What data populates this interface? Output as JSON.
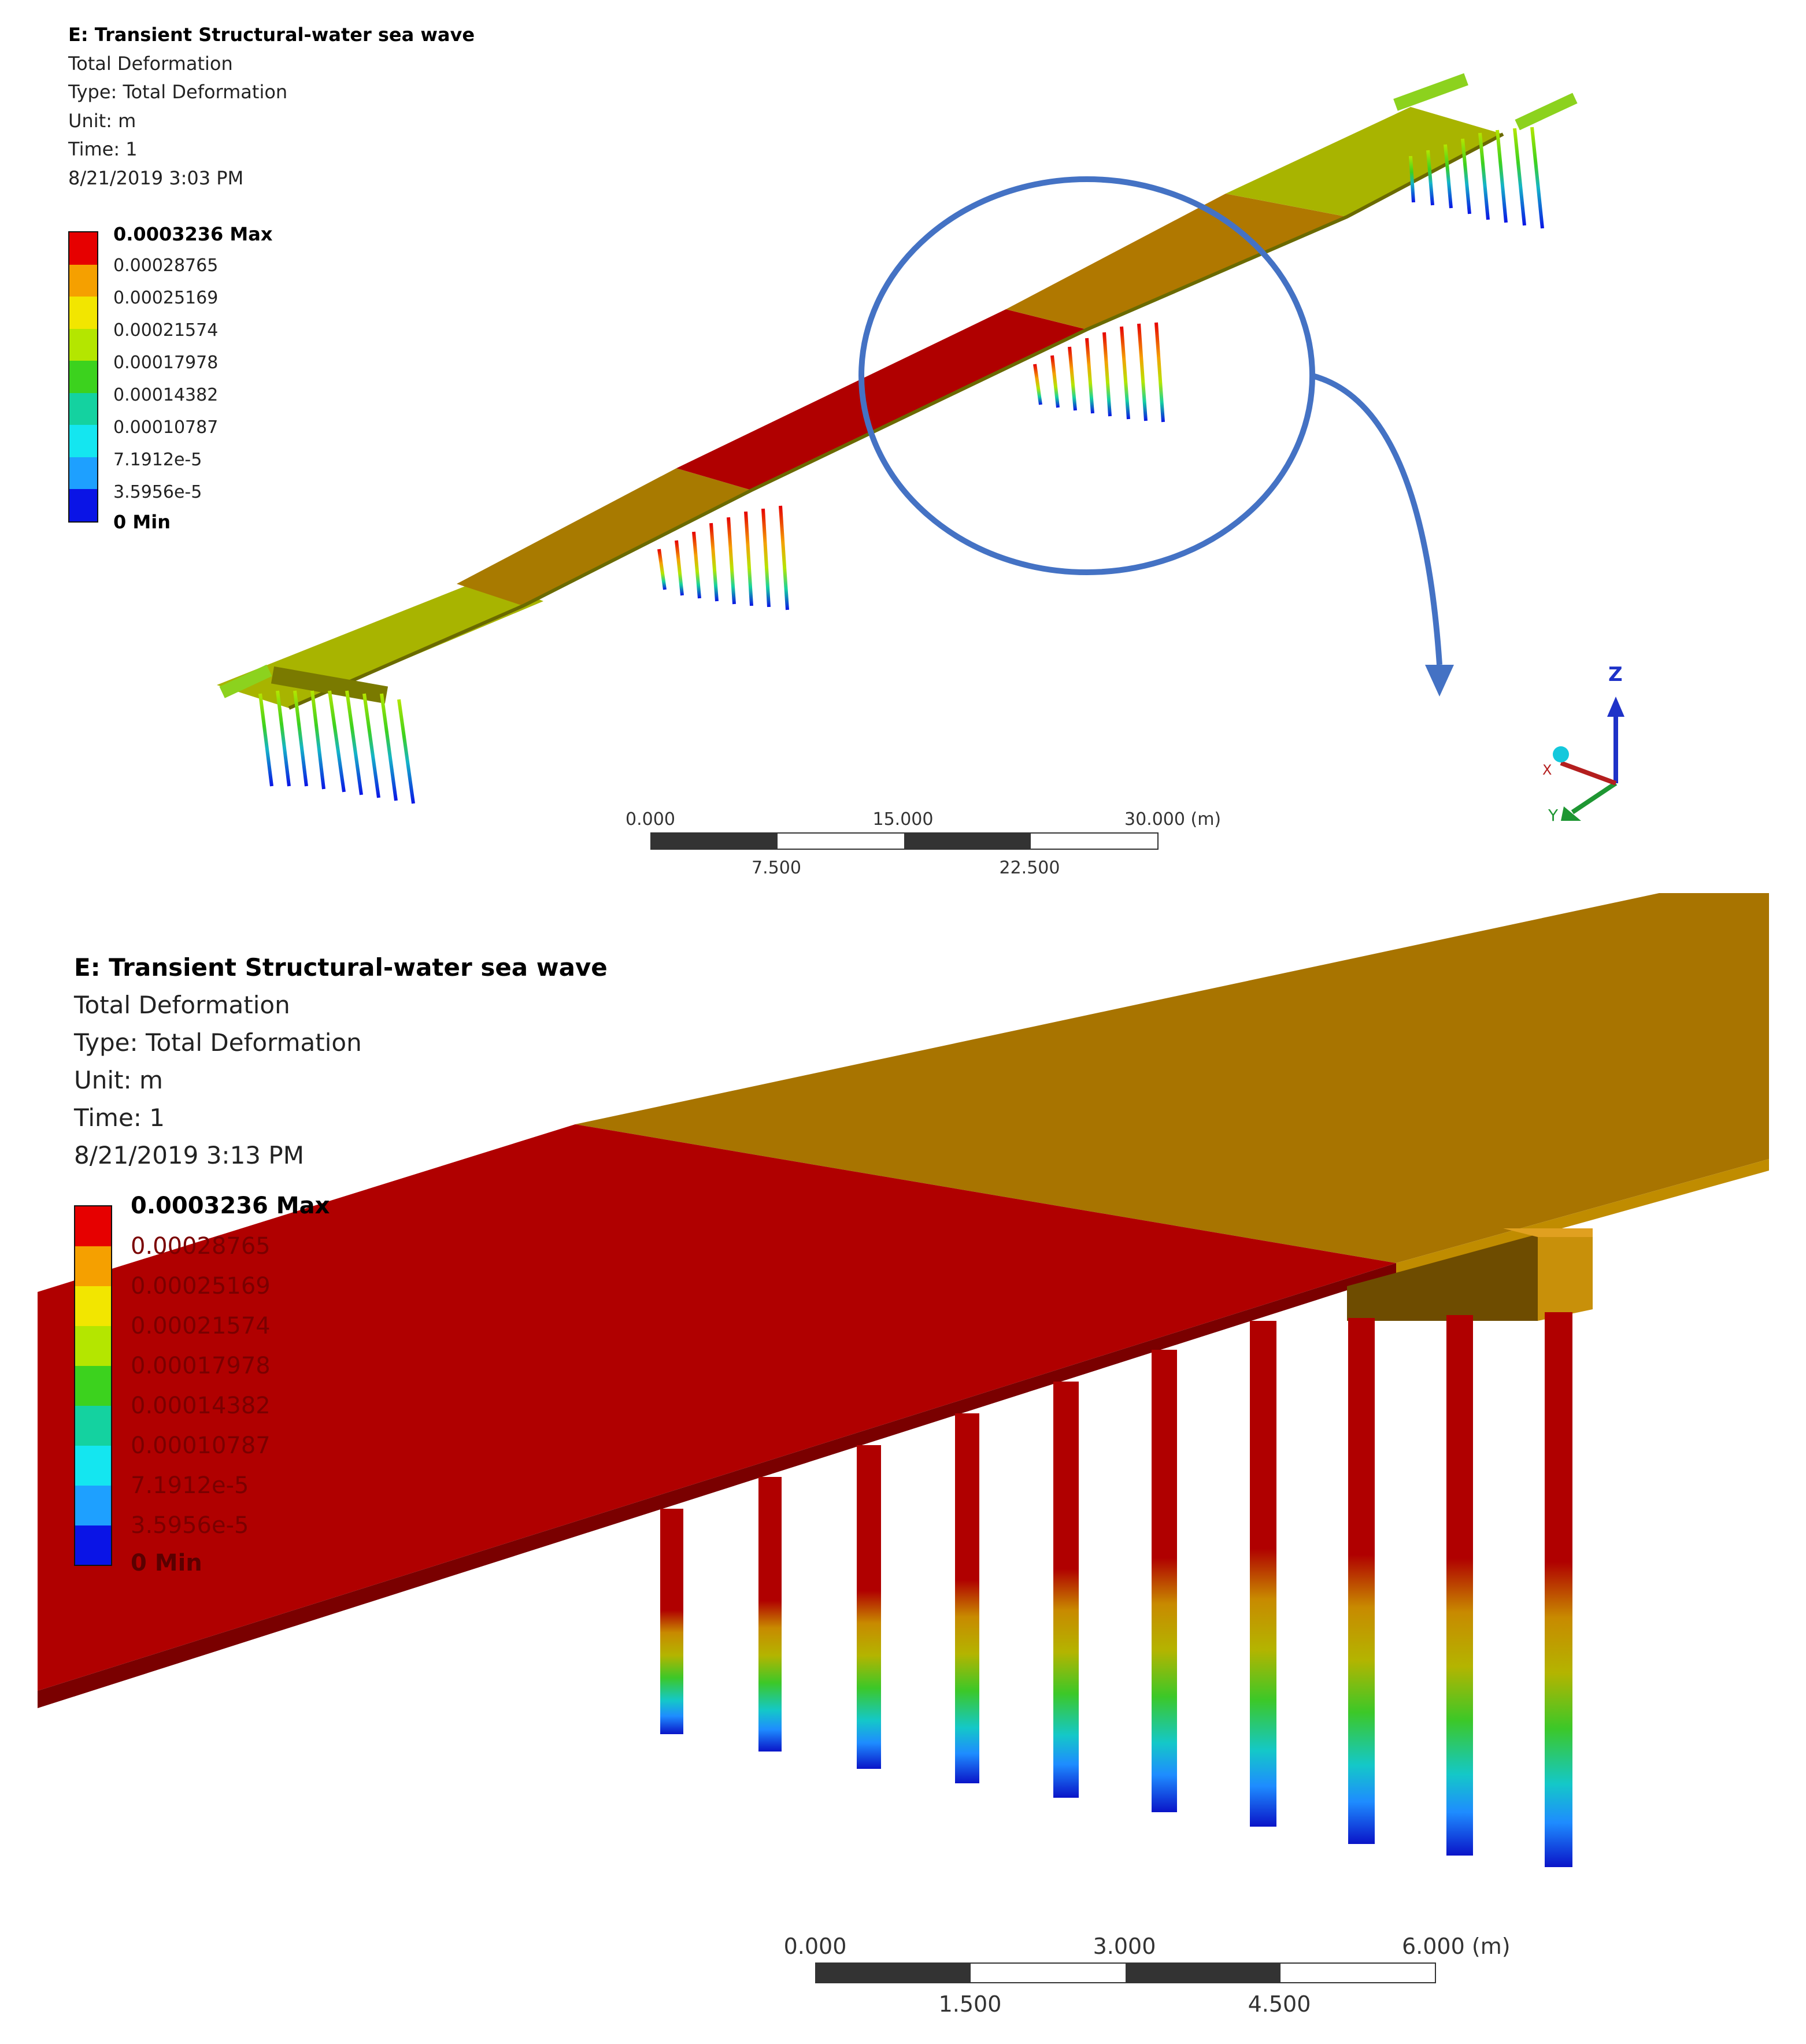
{
  "top_view": {
    "analysis_title": "E: Transient Structural-water sea wave",
    "result_name": "Total Deformation",
    "type_line": "Type: Total Deformation",
    "unit_line": "Unit: m",
    "time_line": "Time: 1",
    "timestamp": "8/21/2019 3:03 PM",
    "legend": {
      "max_label": "0.0003236 Max",
      "levels": [
        "0.00028765",
        "0.00025169",
        "0.00021574",
        "0.00017978",
        "0.00014382",
        "0.00010787",
        "7.1912e-5",
        "3.5956e-5"
      ],
      "min_label": "0 Min",
      "colors": [
        "#e60000",
        "#f5a000",
        "#f2e600",
        "#b4e600",
        "#3cd21e",
        "#14d2a0",
        "#14e6f0",
        "#1ea0ff",
        "#0a14e6"
      ]
    },
    "scale_bar": {
      "upper_ticks": [
        "0.000",
        "15.000",
        "30.000 (m)"
      ],
      "lower_ticks": [
        "7.500",
        "22.500"
      ]
    },
    "triad": {
      "z_label": "Z",
      "y_label": "Y",
      "x_label": "X"
    }
  },
  "bottom_view": {
    "analysis_title": "E: Transient Structural-water sea wave",
    "result_name": "Total Deformation",
    "type_line": "Type: Total Deformation",
    "unit_line": "Unit: m",
    "time_line": "Time: 1",
    "timestamp": "8/21/2019 3:13 PM",
    "legend": {
      "max_label": "0.0003236 Max",
      "levels": [
        "0.00028765",
        "0.00025169",
        "0.00021574",
        "0.00017978",
        "0.00014382",
        "0.00010787",
        "7.1912e-5",
        "3.5956e-5"
      ],
      "min_label": "0 Min"
    },
    "scale_bar": {
      "upper_ticks": [
        "0.000",
        "3.000",
        "6.000 (m)"
      ],
      "lower_ticks": [
        "1.500",
        "4.500"
      ]
    }
  },
  "colors": {
    "deck_red": "#b00000",
    "deck_orange": "#b07800",
    "deck_yellowgreen": "#a8b400",
    "callout_blue": "#4472c4"
  }
}
